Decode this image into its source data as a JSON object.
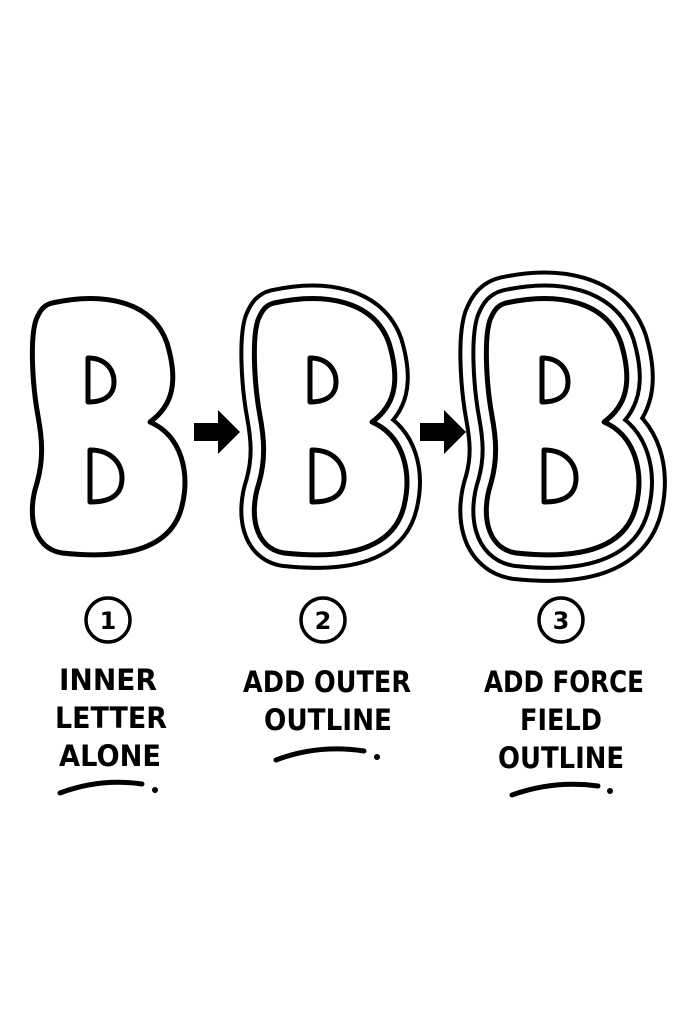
{
  "steps": [
    {
      "number": "1",
      "label_lines": [
        "INNER",
        "LETTER",
        "ALONE"
      ],
      "letter": "B",
      "outlines": 0
    },
    {
      "number": "2",
      "label_lines": [
        "ADD OUTER",
        "OUTLINE"
      ],
      "letter": "B",
      "outlines": 1
    },
    {
      "number": "3",
      "label_lines": [
        "ADD FORCE",
        "FIELD",
        "OUTLINE"
      ],
      "letter": "B",
      "outlines": 2
    }
  ],
  "connector_icon": "right-arrow-icon",
  "colors": {
    "ink": "#000000",
    "background": "#ffffff"
  }
}
